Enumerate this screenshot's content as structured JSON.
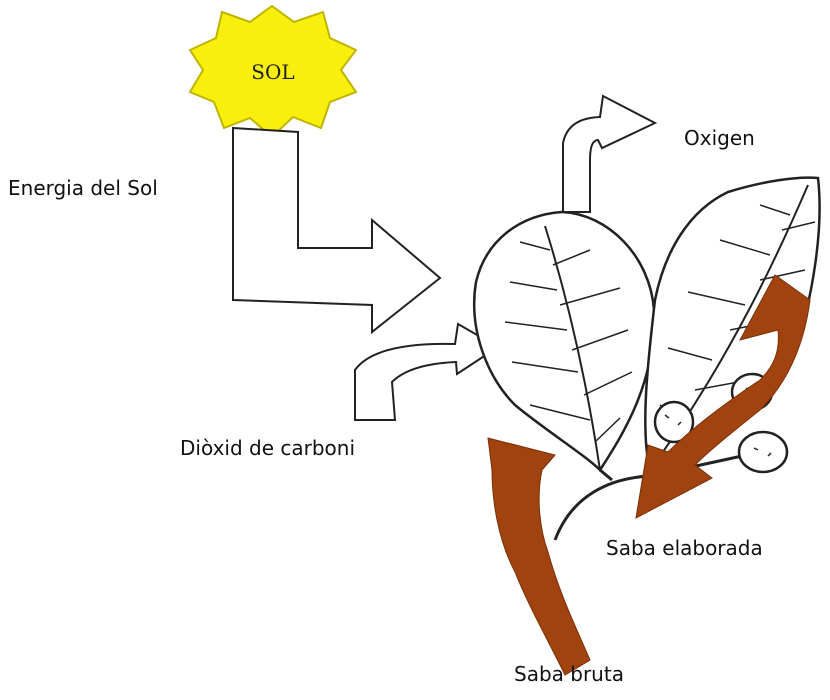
{
  "sun": {
    "text": "SOL"
  },
  "labels": {
    "energy": "Energia del Sol",
    "oxygen": "Oxigen",
    "co2": "Diòxid de carboni",
    "processed_sap": "Saba elaborada",
    "raw_sap": "Saba bruta"
  },
  "colors": {
    "sun_fill": "#f8ef0c",
    "sap_arrow": "#a0430f",
    "outline": "#222222"
  }
}
